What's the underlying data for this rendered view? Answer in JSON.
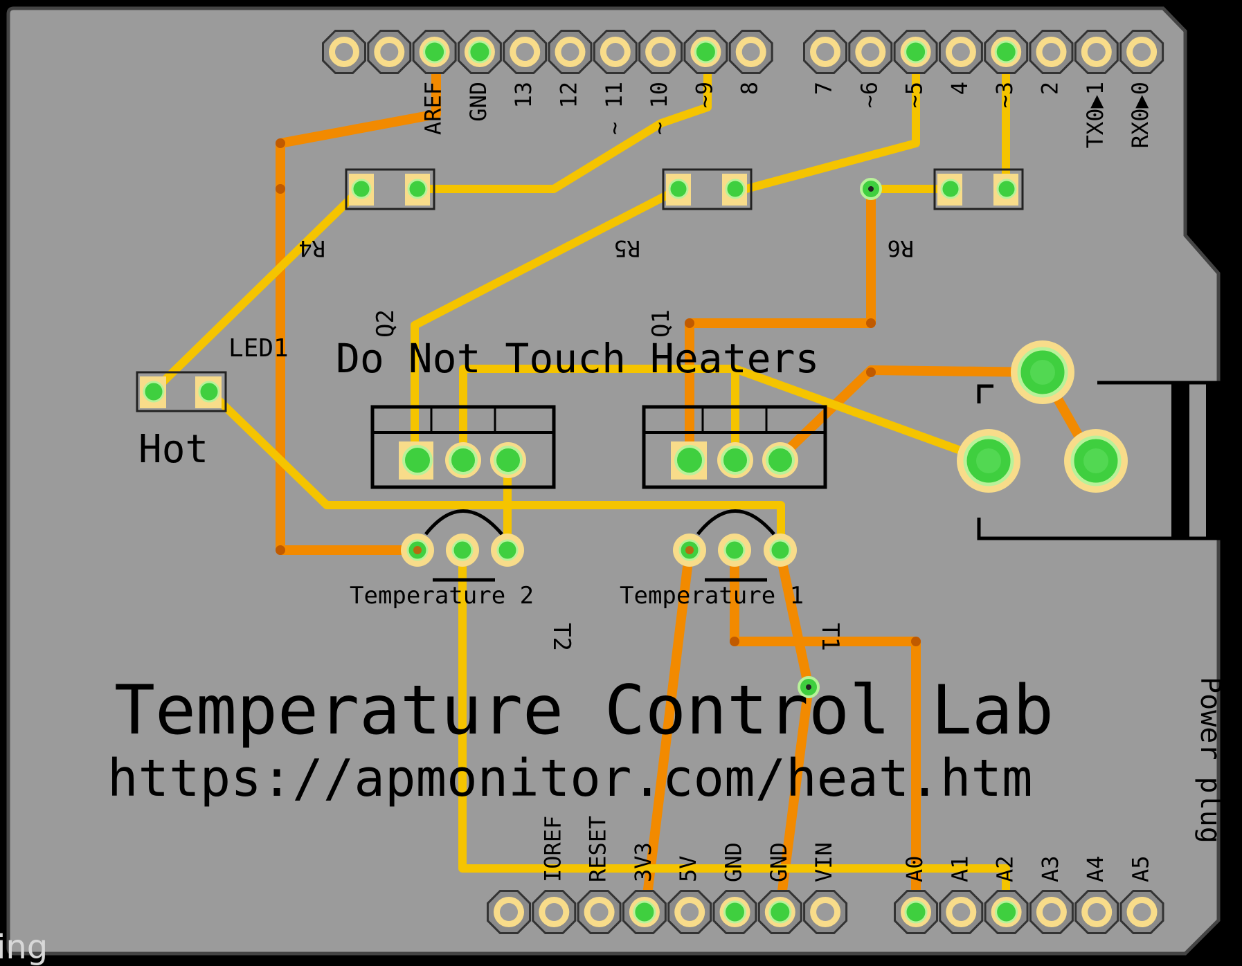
{
  "board": {
    "title": "Temperature Control Lab",
    "url": "https://apmonitor.com/heat.htm",
    "warning": "Do Not Touch Heaters",
    "hot_label": "Hot",
    "watermark": "ing",
    "colors": {
      "board": "#9b9b9b",
      "outline": "#444444",
      "bottom_trace": "#f28a00",
      "top_trace": "#f5c400",
      "pad_ring": "#f8dc8a",
      "pad_active": "#3fcf3f",
      "silk": "#000000"
    }
  },
  "headers": {
    "top_left_pins": [
      "AREF",
      "GND",
      "13",
      "12",
      "~ 11",
      "~ 10",
      "~9",
      "8"
    ],
    "top_right_pins": [
      "7",
      "~6",
      "~5",
      "4",
      "~3",
      "2",
      "TX0▶1",
      "RX0▶0"
    ],
    "bottom_left_pins": [
      "IOREF",
      "RESET",
      "3V3",
      "5V",
      "GND",
      "GND",
      "VIN"
    ],
    "bottom_right_pins": [
      "A0",
      "A1",
      "A2",
      "A3",
      "A4",
      "A5"
    ]
  },
  "components": {
    "resistors": [
      "R4",
      "R5",
      "R6"
    ],
    "transistors": [
      "Q2",
      "Q1"
    ],
    "sensors": [
      "T2",
      "T1"
    ],
    "sensor_captions": [
      "Temperature 2",
      "Temperature 1"
    ],
    "led": "LED1",
    "power_plug": "Power plug"
  }
}
